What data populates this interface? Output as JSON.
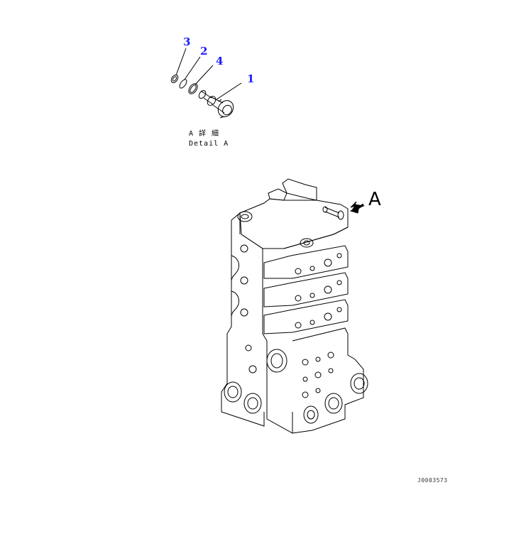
{
  "callouts": {
    "part_1": "1",
    "part_2": "2",
    "part_3": "3",
    "part_4": "4"
  },
  "detail": {
    "label_jp": "A 詳 細",
    "label_en": "Detail A"
  },
  "view_letter": "A",
  "drawing_id": "J0003573",
  "colors": {
    "callout": "#1a1aff",
    "line": "#000000"
  }
}
